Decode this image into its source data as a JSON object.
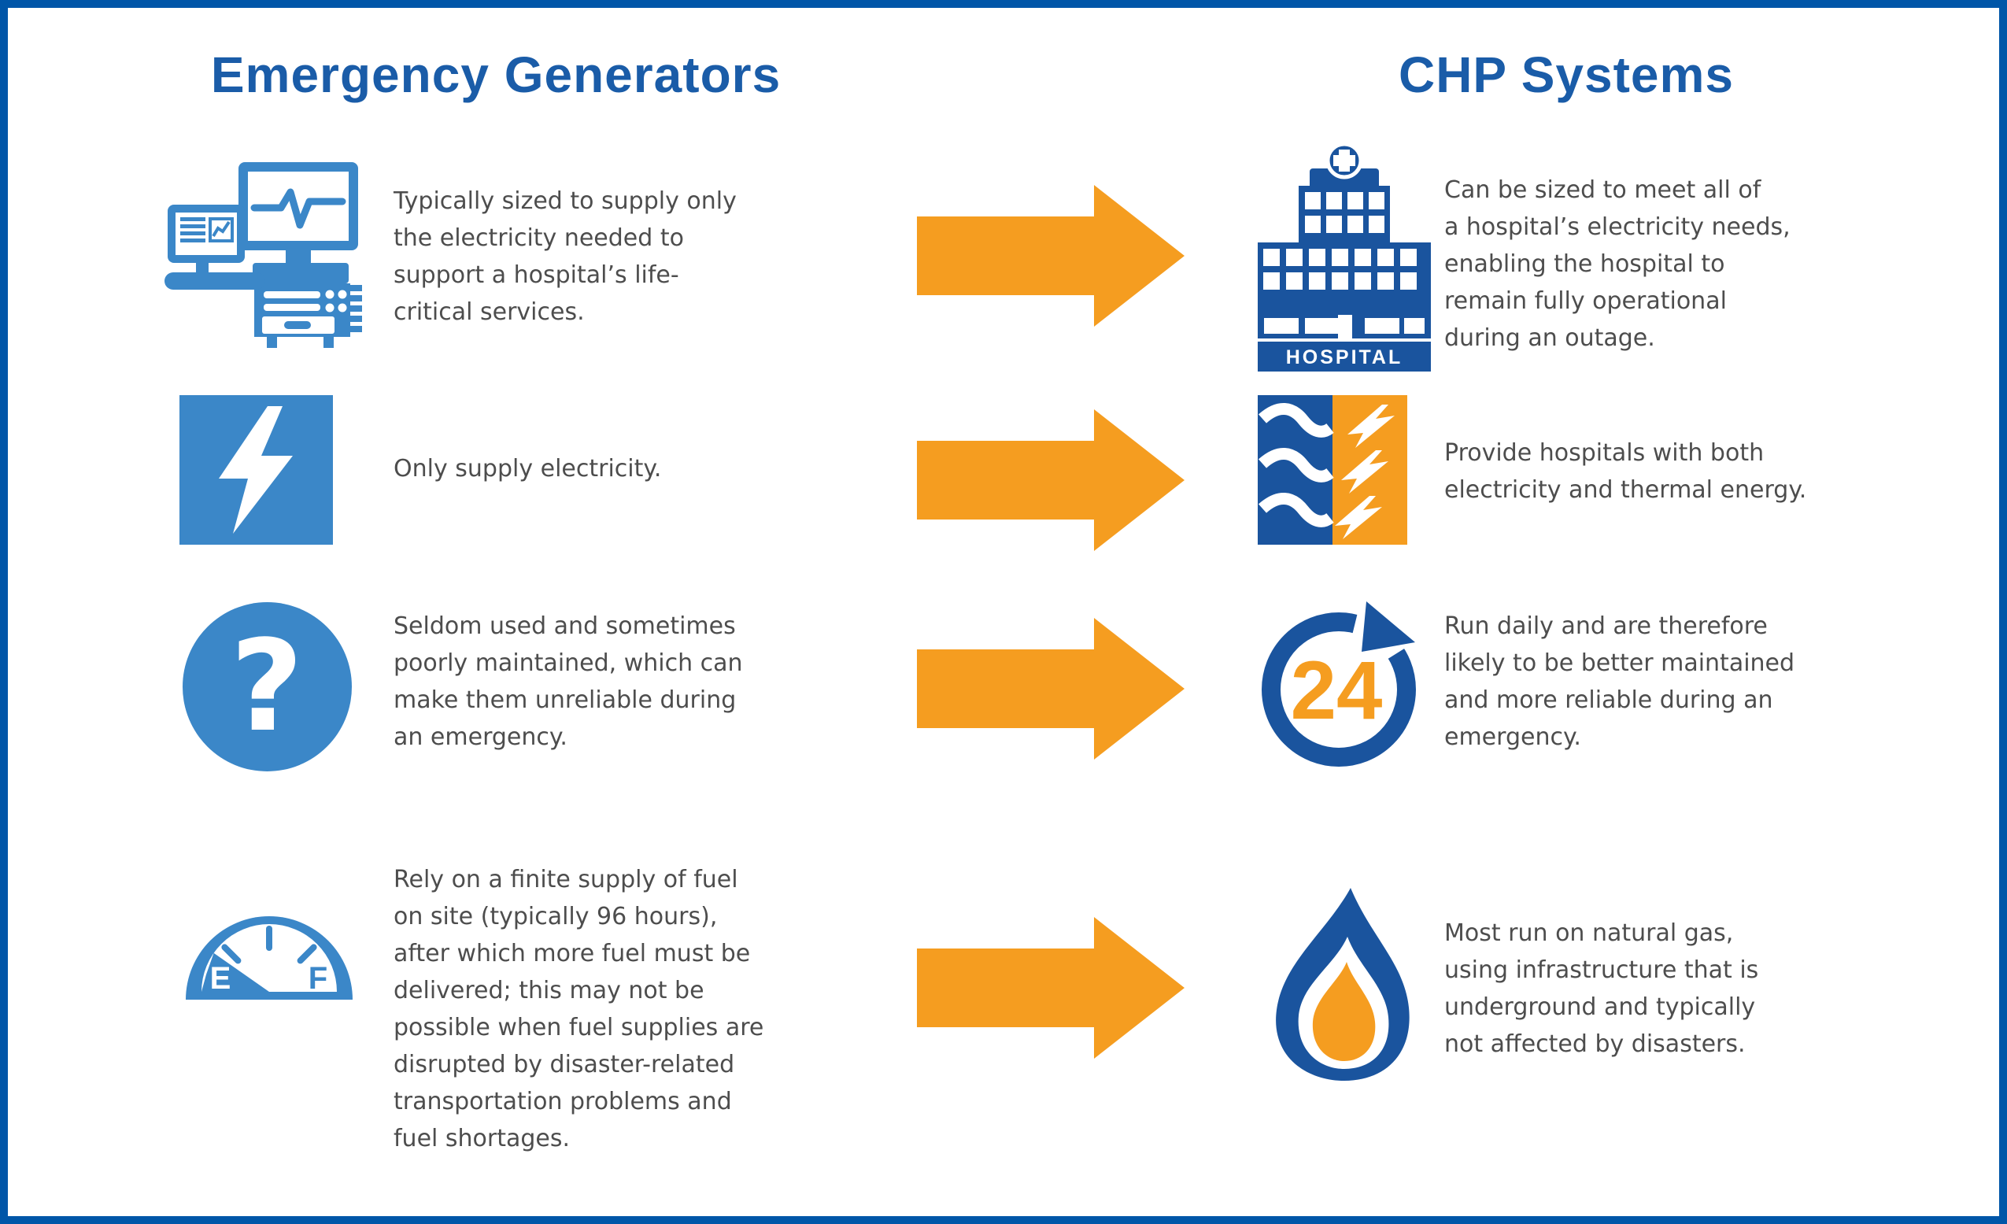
{
  "header": {
    "left_title": "Emergency Generators",
    "right_title": "CHP Systems"
  },
  "colors": {
    "border_blue": "#0056A8",
    "title_blue": "#1A5CA8",
    "left_icon_blue": "#3B87C8",
    "right_icon_dark_blue": "#1A549E",
    "accent_orange": "#F59D20",
    "body_text_gray": "#4D4D4D",
    "background": "#FFFFFF"
  },
  "rows": [
    {
      "left": {
        "icon": "medical-equipment-icon",
        "text": "Typically sized to supply only\nthe electricity needed to\nsupport a hospital’s life-\ncritical services."
      },
      "arrow": "arrow-right-icon",
      "right": {
        "icon": "hospital-building-icon",
        "text": "Can be sized to meet all of\na hospital’s electricity needs,\nenabling the hospital to\nremain fully operational\nduring an outage."
      }
    },
    {
      "left": {
        "icon": "lightning-bolt-icon",
        "text": "Only supply electricity."
      },
      "arrow": "arrow-right-icon",
      "right": {
        "icon": "thermal-electric-icon",
        "text": "Provide hospitals with both\nelectricity and thermal energy."
      }
    },
    {
      "left": {
        "icon": "question-mark-icon",
        "text": "Seldom used and sometimes\npoorly maintained, which can\nmake them unreliable during\nan emergency."
      },
      "arrow": "arrow-right-icon",
      "right": {
        "icon": "24-hour-cycle-icon",
        "text": "Run daily and are therefore\nlikely to be better maintained\nand more reliable during an\nemergency."
      }
    },
    {
      "left": {
        "icon": "fuel-gauge-icon",
        "text": "Rely on a finite supply of fuel\non site (typically 96 hours),\nafter which more fuel must be\ndelivered; this may not be\npossible when fuel supplies are\ndisrupted by disaster-related\ntransportation problems and\nfuel shortages."
      },
      "arrow": "arrow-right-icon",
      "right": {
        "icon": "natural-gas-flame-icon",
        "text": "Most run on natural gas,\nusing infrastructure that is\nunderground and typically\nnot affected by disasters."
      }
    }
  ],
  "icon_labels": {
    "hospital_sign": "HOSPITAL",
    "question_mark": "?",
    "twenty_four": "24",
    "gauge_empty": "E",
    "gauge_full": "F"
  }
}
